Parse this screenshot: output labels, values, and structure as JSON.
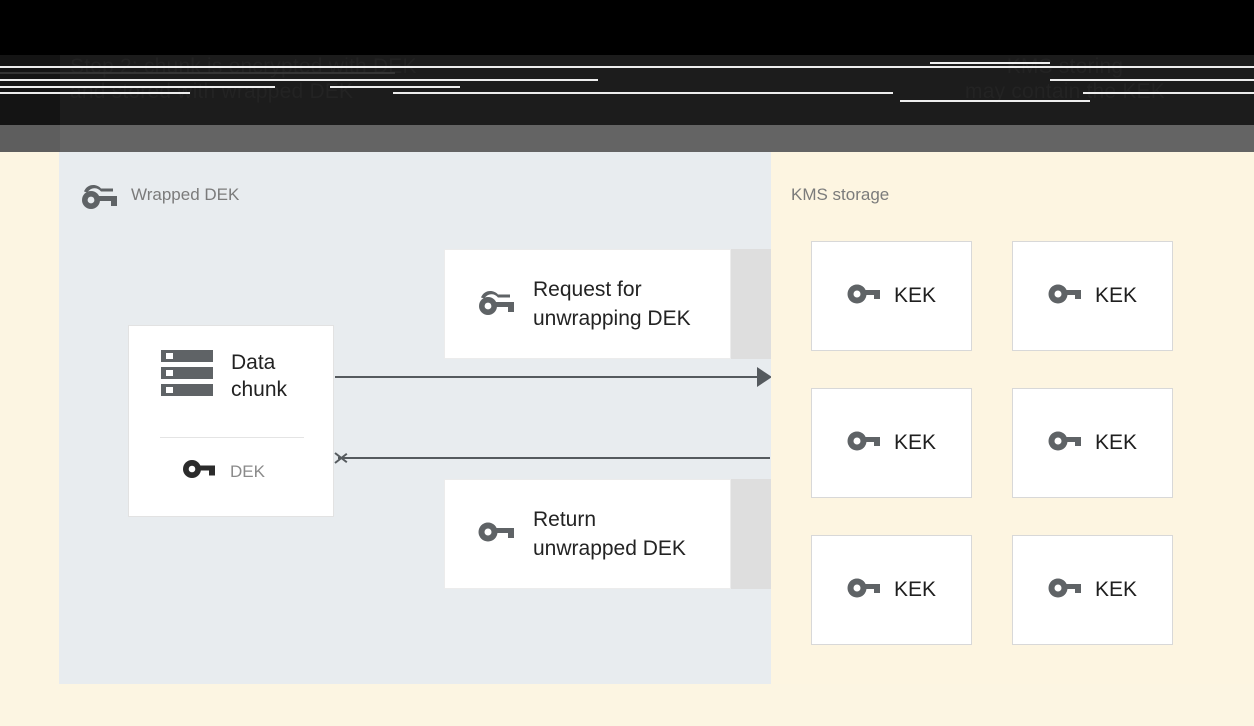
{
  "header": {
    "title_line1": "Step 2: chunk is encrypted with DEK",
    "title_line2": "and stored with wrapped DEK",
    "title_right_line1": "KMS storing",
    "title_right_line2": "may contain the KEK",
    "bar_color": "#000000",
    "subbar_color": "#1c1c1c",
    "strip_color": "#646464"
  },
  "diagram": {
    "left_panel": {
      "label": "Wrapped DEK",
      "icon": "wrapped-key-icon",
      "bg_color": "#e8ecef",
      "data_card": {
        "icon": "storage-chunk-icon",
        "title": "Data\nchunk",
        "key_icon": "key-icon",
        "key_label": "DEK"
      },
      "messages": [
        {
          "icon": "wrapped-key-icon",
          "text": "Request for\nunwrapping DEK",
          "direction": "right"
        },
        {
          "icon": "key-icon",
          "text": "Return\nunwrapped DEK",
          "direction": "left"
        }
      ],
      "arrows": [
        {
          "name": "request-arrow",
          "direction": "right"
        },
        {
          "name": "return-arrow",
          "direction": "left"
        }
      ]
    },
    "right_panel": {
      "label": "KMS storage",
      "bg_color": "#fdf5e1",
      "keys": [
        {
          "icon": "key-icon",
          "label": "KEK"
        },
        {
          "icon": "key-icon",
          "label": "KEK"
        },
        {
          "icon": "key-icon",
          "label": "KEK"
        },
        {
          "icon": "key-icon",
          "label": "KEK"
        },
        {
          "icon": "key-icon",
          "label": "KEK"
        },
        {
          "icon": "key-icon",
          "label": "KEK"
        }
      ]
    }
  },
  "colors": {
    "page_bg": "#fcf5e2",
    "panel_left": "#e8ecef",
    "panel_right": "#fdf5e1",
    "icon_gray": "#5f6366",
    "text_dark": "#222222",
    "text_muted": "#8a8a8a",
    "arrow": "#555a5e"
  }
}
